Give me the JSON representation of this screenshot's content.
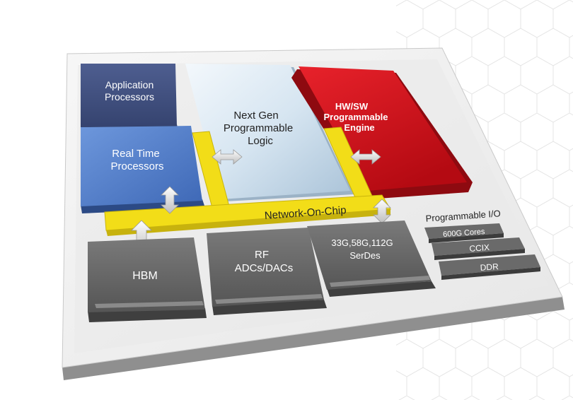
{
  "blocks": {
    "app_processors": {
      "line1": "Application",
      "line2": "Processors"
    },
    "rt_processors": {
      "line1": "Real Time",
      "line2": "Processors"
    },
    "prog_logic": {
      "line1": "Next Gen",
      "line2": "Programmable",
      "line3": "Logic"
    },
    "hwsw_engine": {
      "line1": "HW/SW",
      "line2": "Programmable",
      "line3": "Engine"
    },
    "noc": {
      "label": "Network-On-Chip"
    },
    "hbm": {
      "label": "HBM"
    },
    "rf": {
      "line1": "RF",
      "line2": "ADCs/DACs"
    },
    "serdes": {
      "line1": "33G,58G,112G",
      "line2": "SerDes"
    },
    "prog_io": {
      "title": "Programmable I/O",
      "items": [
        "600G Cores",
        "CCIX",
        "DDR"
      ]
    }
  },
  "colors": {
    "app_processors": "#3f4f7f",
    "rt_processors": "#4f7ccb",
    "prog_logic": "#cfe0ee",
    "hwsw_engine": "#d2111a",
    "noc": "#f2dd18",
    "gray_block": "#6e6e6e"
  }
}
